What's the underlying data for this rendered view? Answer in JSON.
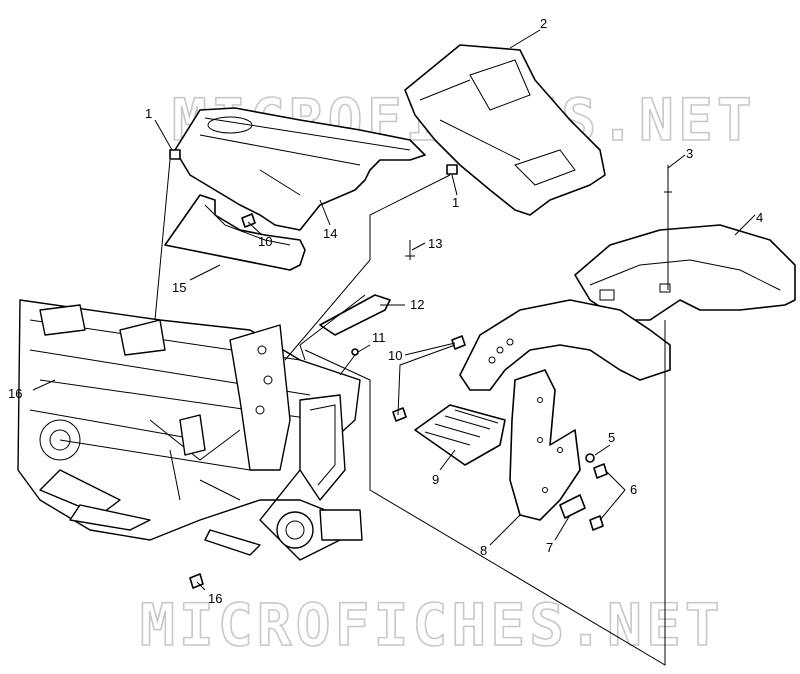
{
  "watermark": {
    "text": "MICROFICHES.NET",
    "color": "#c8c8c8"
  },
  "callouts": {
    "c1a": "1",
    "c1b": "1",
    "c2": "2",
    "c3": "3",
    "c4": "4",
    "c5": "5",
    "c6": "6",
    "c7": "7",
    "c8": "8",
    "c9": "9",
    "c10a": "10",
    "c10b": "10",
    "c11": "11",
    "c12": "12",
    "c13": "13",
    "c14": "14",
    "c15": "15",
    "c16a": "16",
    "c16b": "16"
  },
  "colors": {
    "line": "#000000",
    "background": "#ffffff"
  }
}
